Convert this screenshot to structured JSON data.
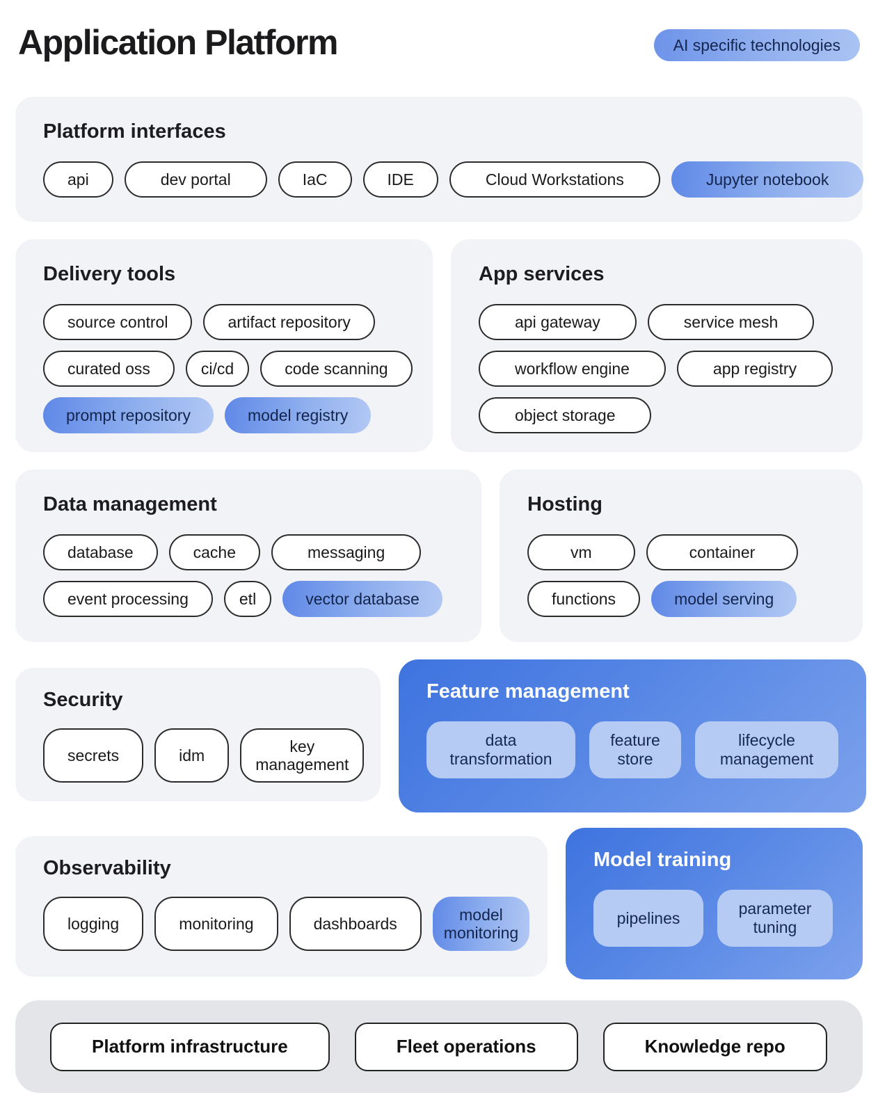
{
  "header": {
    "title": "Application Platform",
    "legend": "AI specific technologies"
  },
  "colors": {
    "page_bg": "#ffffff",
    "card_bg": "#f2f3f6",
    "footer_bg": "#e3e5e9",
    "pill_border": "#2b2b2b",
    "pill_text": "#1a1a1a",
    "ai_gradient_start": "#5f89e7",
    "ai_gradient_end": "#b2c8f4",
    "ai_text": "#13254d",
    "panel_gradient_start": "#3e73df",
    "panel_gradient_end": "#7ca1ec",
    "panel_title_text": "#ffffff",
    "panel_pill_bg": "#b6cbf4",
    "title_text": "#1b1b1d"
  },
  "sections": {
    "platform_interfaces": {
      "title": "Platform interfaces",
      "pills": [
        {
          "label": "api"
        },
        {
          "label": "dev portal"
        },
        {
          "label": "IaC"
        },
        {
          "label": "IDE"
        },
        {
          "label": "Cloud Workstations"
        },
        {
          "label": "Jupyter notebook",
          "ai": true
        }
      ]
    },
    "delivery_tools": {
      "title": "Delivery tools",
      "rows": [
        [
          {
            "label": "source control"
          },
          {
            "label": "artifact repository"
          }
        ],
        [
          {
            "label": "curated oss"
          },
          {
            "label": "ci/cd"
          },
          {
            "label": "code scanning"
          }
        ],
        [
          {
            "label": "prompt repository",
            "ai": true
          },
          {
            "label": "model registry",
            "ai": true
          }
        ]
      ]
    },
    "app_services": {
      "title": "App services",
      "rows": [
        [
          {
            "label": "api gateway"
          },
          {
            "label": "service mesh"
          }
        ],
        [
          {
            "label": "workflow engine"
          },
          {
            "label": "app registry"
          }
        ],
        [
          {
            "label": "object storage"
          }
        ]
      ]
    },
    "data_management": {
      "title": "Data management",
      "rows": [
        [
          {
            "label": "database"
          },
          {
            "label": "cache"
          },
          {
            "label": "messaging"
          }
        ],
        [
          {
            "label": "event processing"
          },
          {
            "label": "etl"
          },
          {
            "label": "vector database",
            "ai": true
          }
        ]
      ]
    },
    "hosting": {
      "title": "Hosting",
      "rows": [
        [
          {
            "label": "vm"
          },
          {
            "label": "container"
          }
        ],
        [
          {
            "label": "functions"
          },
          {
            "label": "model serving",
            "ai": true
          }
        ]
      ]
    },
    "security": {
      "title": "Security",
      "pills": [
        {
          "label": "secrets"
        },
        {
          "label": "idm"
        },
        {
          "label": "key management"
        }
      ]
    },
    "feature_management": {
      "title": "Feature management",
      "ai": true,
      "pills": [
        {
          "label": "data transformation"
        },
        {
          "label": "feature store"
        },
        {
          "label": "lifecycle management"
        }
      ]
    },
    "observability": {
      "title": "Observability",
      "pills": [
        {
          "label": "logging"
        },
        {
          "label": "monitoring"
        },
        {
          "label": "dashboards"
        },
        {
          "label": "model monitoring",
          "ai": true
        }
      ]
    },
    "model_training": {
      "title": "Model training",
      "ai": true,
      "pills": [
        {
          "label": "pipelines"
        },
        {
          "label": "parameter tuning"
        }
      ]
    }
  },
  "footer": {
    "items": [
      {
        "label": "Platform infrastructure"
      },
      {
        "label": "Fleet operations"
      },
      {
        "label": "Knowledge repo"
      }
    ]
  }
}
